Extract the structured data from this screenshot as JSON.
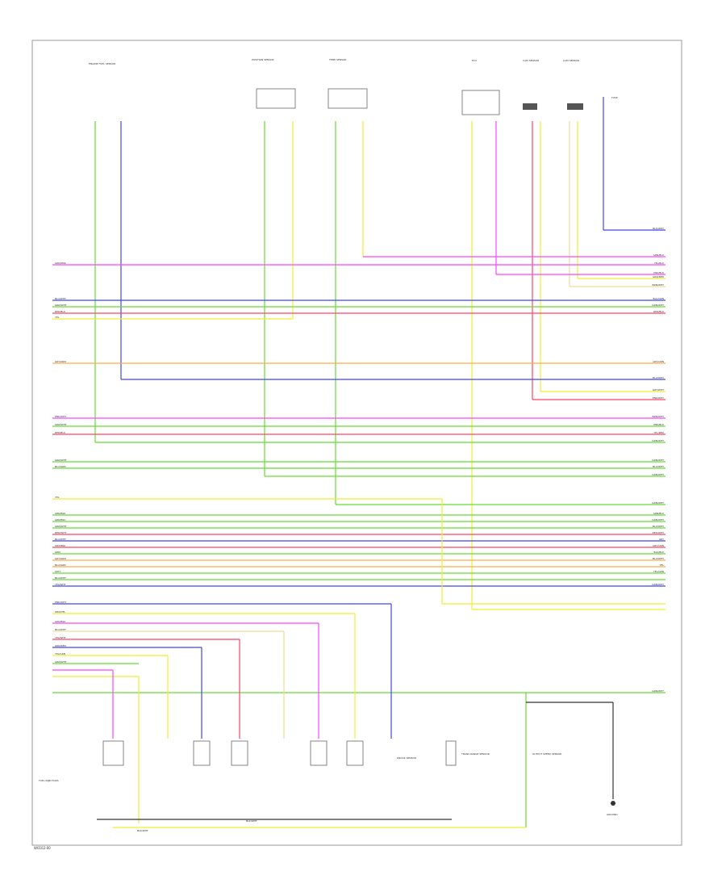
{
  "diagram": {
    "footer_code": "W0102-00",
    "top_labels": {
      "ecm_sensor": "ENGINE FUEL SENSOR",
      "sensor_a": "POSITION SENSOR",
      "sensor_b": "TEMP SENSOR",
      "ecu_box": "ECU",
      "cam_a": "CAM SENSOR",
      "cam_b": "CAM SENSOR",
      "fuse": "FUSE"
    },
    "bus_left_labels": [
      "GRN/PNK",
      "BLU/WHT",
      "GRN/WHT",
      "RED/BLK",
      "YEL",
      "GRY/ORN",
      "PNK/WHT",
      "GRN/WHT",
      "RED/BLK",
      "GRN/WHT",
      "BLU/GRN",
      "YEL",
      "GRN/BLK",
      "GRN/BLU",
      "GRN/WHT",
      "RED/WHT",
      "BLU/WHT",
      "ORN/BLK",
      "GRN",
      "GRY/ORN",
      "BLU/GRN",
      "WHT",
      "BLU/WHT",
      "YEL/WHT",
      "PNK/WHT",
      "ORN/YEL",
      "GRN/BLK",
      "BLU/WHT",
      "YEL/WHT",
      "GRN/RED",
      "YEL/GRN",
      "GRN/WHT"
    ],
    "bus_right_labels": [
      "BLK/WHT",
      "GRN/BLK",
      "YEL/BLK",
      "PNK/BLK",
      "GRN/RED",
      "BRN/WHT",
      "BLU/GRN",
      "GRN/WHT",
      "RED/BLK",
      "GRY/ORN",
      "BLU/WHT",
      "GRY/WHT",
      "PNK/WHT",
      "BRN/WHT",
      "PNK/BLK",
      "YEL/RED",
      "GRN/WHT",
      "GRN/WHT",
      "BLU/WHT",
      "GRN/WHT",
      "GRN/WHT",
      "GRN/BLK",
      "GRN/WHT",
      "BLU/WHT",
      "RED/WHT",
      "GRY",
      "GRY/ORN",
      "BLU/BLK",
      "BLU/WHT",
      "YEL",
      "YEL/GRN",
      "GRN/WHT",
      "GRN/WHT"
    ],
    "bottom_labels": {
      "left_group": "FUEL INJECTORS",
      "sensor_c": "KNOCK SENSOR",
      "sensor_d": "TRANS RANGE SENSOR",
      "sensor_e": "OUTPUT SPEED SENSOR",
      "ground": "GROUND",
      "splice_a": "BLK/WHT",
      "splice_b": "BLK/WHT"
    }
  }
}
